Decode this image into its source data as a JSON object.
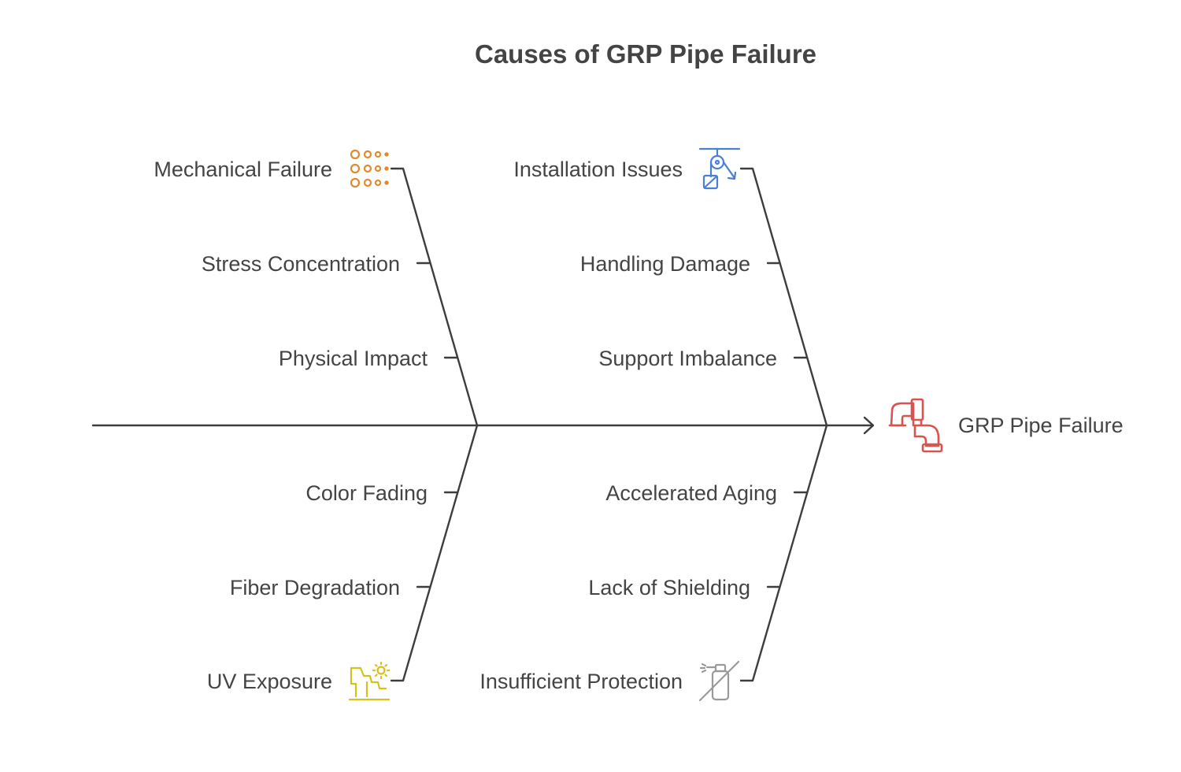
{
  "title": "Causes of GRP Pipe Failure",
  "effect": {
    "label": "GRP Pipe Failure",
    "icon": "pipe-icon",
    "color": "#d9534f"
  },
  "categories": [
    {
      "id": "mechanical",
      "label": "Mechanical Failure",
      "icon": "dots-grid-icon",
      "color": "#e08a2e",
      "causes": [
        "Stress Concentration",
        "Physical Impact"
      ]
    },
    {
      "id": "installation",
      "label": "Installation Issues",
      "icon": "pulley-crane-icon",
      "color": "#4a7fd4",
      "causes": [
        "Handling Damage",
        "Support Imbalance"
      ]
    },
    {
      "id": "uv",
      "label": "UV Exposure",
      "icon": "sun-cliff-icon",
      "color": "#d4c21c",
      "causes": [
        "Color Fading",
        "Fiber Degradation"
      ]
    },
    {
      "id": "protection",
      "label": "Insufficient Protection",
      "icon": "no-spray-icon",
      "color": "#9a9a9a",
      "causes": [
        "Accelerated Aging",
        "Lack of Shielding"
      ]
    }
  ]
}
